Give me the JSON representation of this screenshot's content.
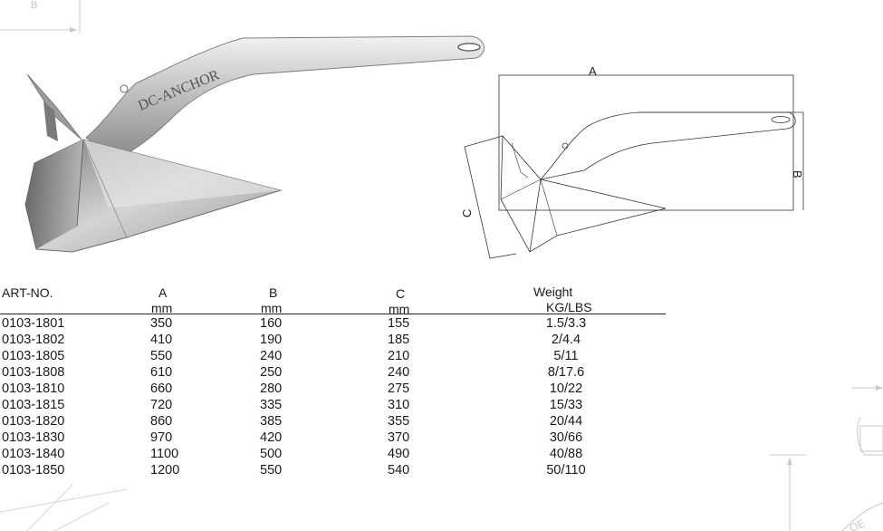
{
  "photo": {
    "engraving": "DC-ANCHOR"
  },
  "diagram": {
    "label_a": "A",
    "label_b": "B",
    "label_c": "C"
  },
  "decor": {
    "top_left_letter": "B",
    "bottom_right_letters": "OE"
  },
  "table": {
    "headers": {
      "art_no": "ART-NO.",
      "a": "A",
      "b": "B",
      "c": "C",
      "weight": "Weight"
    },
    "units": {
      "a": "mm",
      "b": "mm",
      "c": "mm",
      "weight": "KG/LBS"
    },
    "rows": [
      {
        "art_no": "0103-1801",
        "a": "350",
        "b": "160",
        "c": "155",
        "weight": "1.5/3.3"
      },
      {
        "art_no": "0103-1802",
        "a": "410",
        "b": "190",
        "c": "185",
        "weight": "2/4.4"
      },
      {
        "art_no": "0103-1805",
        "a": "550",
        "b": "240",
        "c": "210",
        "weight": "5/11"
      },
      {
        "art_no": "0103-1808",
        "a": "610",
        "b": "250",
        "c": "240",
        "weight": "8/17.6"
      },
      {
        "art_no": "0103-1810",
        "a": "660",
        "b": "280",
        "c": "275",
        "weight": "10/22"
      },
      {
        "art_no": "0103-1815",
        "a": "720",
        "b": "335",
        "c": "310",
        "weight": "15/33"
      },
      {
        "art_no": "0103-1820",
        "a": "860",
        "b": "385",
        "c": "355",
        "weight": "20/44"
      },
      {
        "art_no": "0103-1830",
        "a": "970",
        "b": "420",
        "c": "370",
        "weight": "30/66"
      },
      {
        "art_no": "0103-1840",
        "a": "1100",
        "b": "500",
        "c": "490",
        "weight": "40/88"
      },
      {
        "art_no": "0103-1850",
        "a": "1200",
        "b": "550",
        "c": "540",
        "weight": "50/110"
      }
    ]
  }
}
